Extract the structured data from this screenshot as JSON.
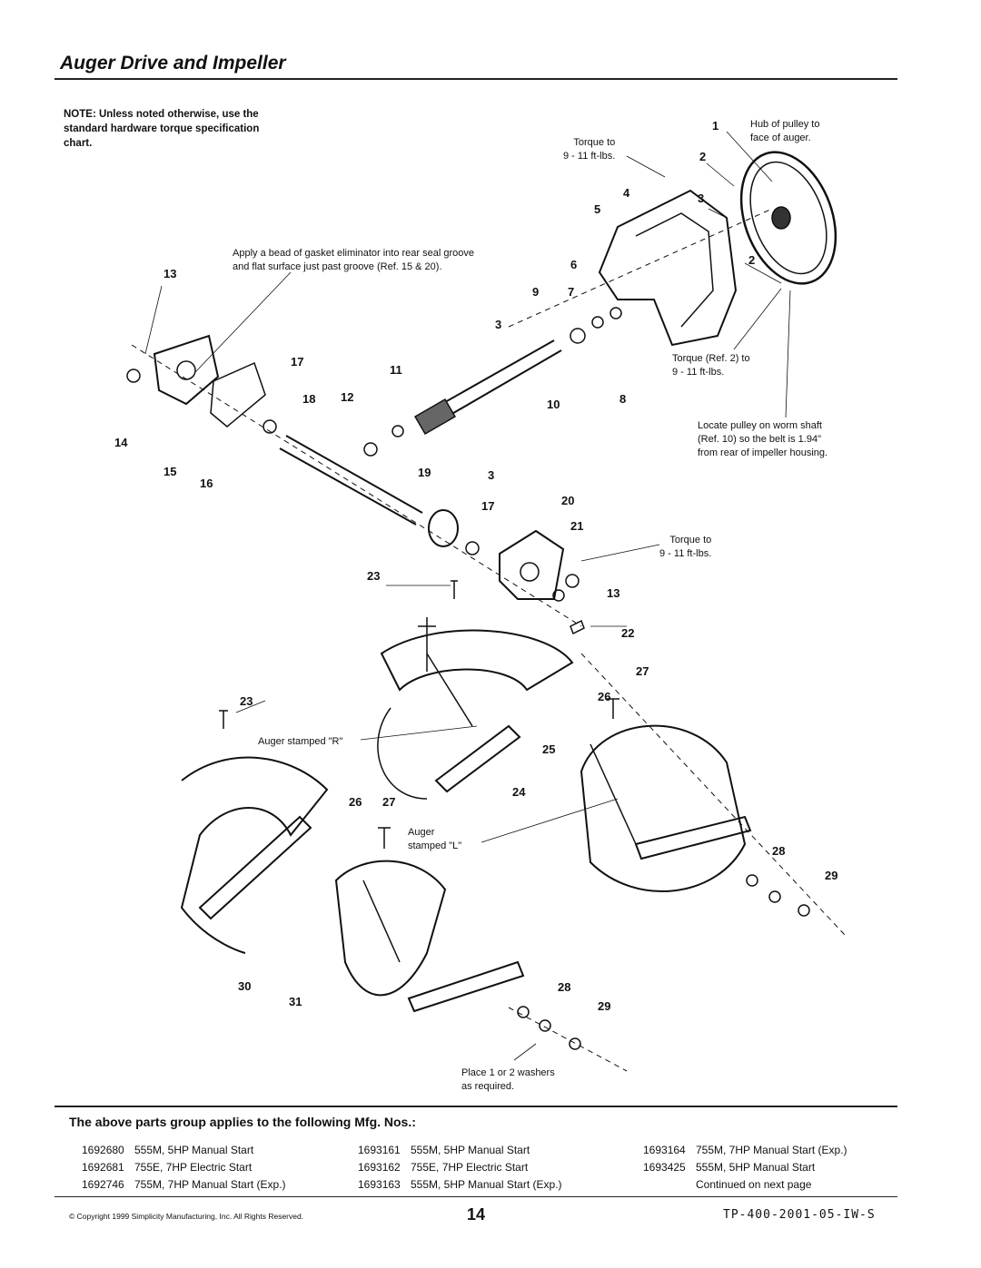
{
  "title": "Auger Drive and Impeller",
  "note": "NOTE: Unless noted otherwise, use the standard hardware torque specification chart.",
  "callouts": {
    "torque_top": "Torque to\n9 - 11 ft-lbs.",
    "hub_note": "Hub of pulley to\nface of auger.",
    "gasket_note": "Apply a bead of gasket eliminator into rear seal groove\nand flat surface just past groove (Ref. 15 & 20).",
    "torque_ref2": "Torque (Ref. 2) to\n9 - 11 ft-lbs.",
    "locate_pulley": "Locate pulley on worm shaft\n(Ref. 10) so the belt is 1.94\"\nfrom rear of impeller housing.",
    "torque_mid": "Torque to\n9 - 11 ft-lbs.",
    "auger_r": "Auger stamped \"R\"",
    "auger_l": "Auger\nstamped \"L\"",
    "washers": "Place 1 or 2 washers\nas required."
  },
  "part_labels": [
    "1",
    "2",
    "2",
    "3",
    "4",
    "5",
    "6",
    "7",
    "9",
    "3",
    "13",
    "17",
    "11",
    "18",
    "12",
    "10",
    "8",
    "14",
    "15",
    "16",
    "19",
    "3",
    "17",
    "20",
    "21",
    "23",
    "13",
    "22",
    "27",
    "26",
    "23",
    "25",
    "26",
    "27",
    "24",
    "28",
    "29",
    "30",
    "31",
    "28",
    "29"
  ],
  "applies_heading": "The above parts group applies to the following Mfg. Nos.:",
  "mfg_columns": [
    [
      {
        "num": "1692680",
        "desc": "555M, 5HP Manual Start"
      },
      {
        "num": "1692681",
        "desc": "755E, 7HP Electric Start"
      },
      {
        "num": "1692746",
        "desc": "755M, 7HP Manual Start (Exp.)"
      }
    ],
    [
      {
        "num": "1693161",
        "desc": "555M, 5HP Manual Start"
      },
      {
        "num": "1693162",
        "desc": "755E, 7HP Electric Start"
      },
      {
        "num": "1693163",
        "desc": "555M, 5HP Manual Start (Exp.)"
      }
    ],
    [
      {
        "num": "1693164",
        "desc": "755M, 7HP Manual Start (Exp.)"
      },
      {
        "num": "1693425",
        "desc": "555M, 5HP Manual Start"
      },
      {
        "num": "",
        "desc": "Continued on next page"
      }
    ]
  ],
  "footer": {
    "copyright": "© Copyright 1999 Simplicity Manufacturing, Inc. All Rights Reserved.",
    "page": "14",
    "doc_id": "TP-400-2001-05-IW-S"
  }
}
